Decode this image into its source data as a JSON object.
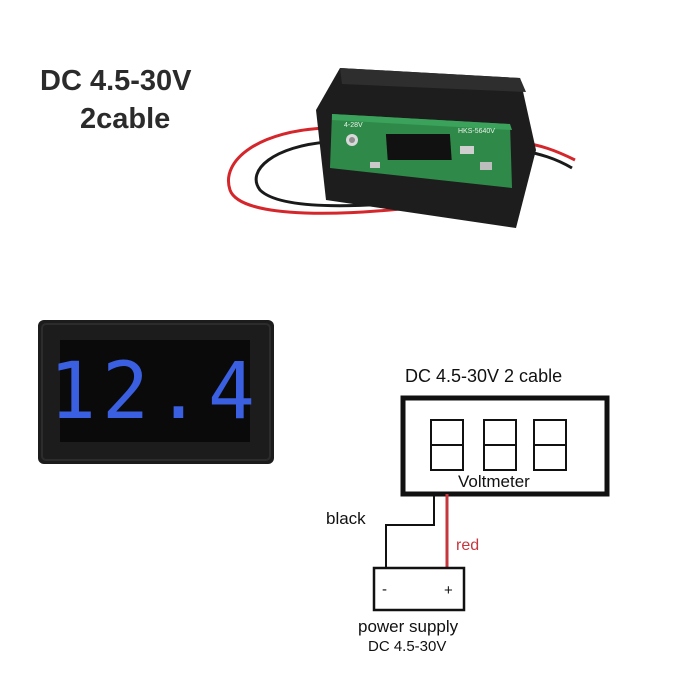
{
  "headline": {
    "line1": "DC 4.5-30V",
    "line2": "2cable"
  },
  "product_photo": {
    "pcb_marking_left": "4-28V",
    "pcb_marking_right": "HKS-5640V",
    "wire_colors": {
      "red": "#d4262b",
      "black": "#1a1a1a"
    }
  },
  "display": {
    "reading": "12.4",
    "digit_color": "#3a5fe0"
  },
  "diagram": {
    "title": "DC 4.5-30V 2 cable",
    "device_label": "Voltmeter",
    "wire_black_label": "black",
    "wire_red_label": "red",
    "terminal_minus": "-",
    "terminal_plus": "+",
    "supply_label": "power supply",
    "supply_voltage": "DC 4.5-30V",
    "red_wire_color": "#c6363d"
  }
}
